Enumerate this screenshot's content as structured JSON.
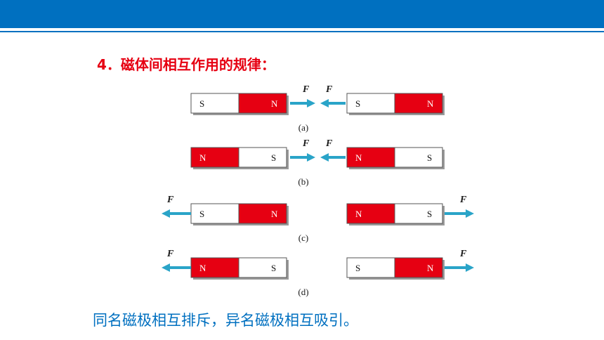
{
  "heading": "4．磁体间相互作用的规律：",
  "conclusion": "同名磁极相互排斥，异名磁极相互吸引。",
  "force_label": "F",
  "colors": {
    "accent_blue": "#0070c0",
    "heading_red": "#e60012",
    "pole_red": "#e60012",
    "arrow_cyan": "#2aa4c8"
  },
  "rows": [
    {
      "caption": "(a)",
      "magnets": [
        [
          "S",
          "N"
        ],
        [
          "S",
          "N"
        ]
      ],
      "forces": "inward"
    },
    {
      "caption": "(b)",
      "magnets": [
        [
          "N",
          "S"
        ],
        [
          "N",
          "S"
        ]
      ],
      "forces": "inward"
    },
    {
      "caption": "(c)",
      "magnets": [
        [
          "S",
          "N"
        ],
        [
          "N",
          "S"
        ]
      ],
      "forces": "outward"
    },
    {
      "caption": "(d)",
      "magnets": [
        [
          "N",
          "S"
        ],
        [
          "S",
          "N"
        ]
      ],
      "forces": "outward"
    }
  ]
}
